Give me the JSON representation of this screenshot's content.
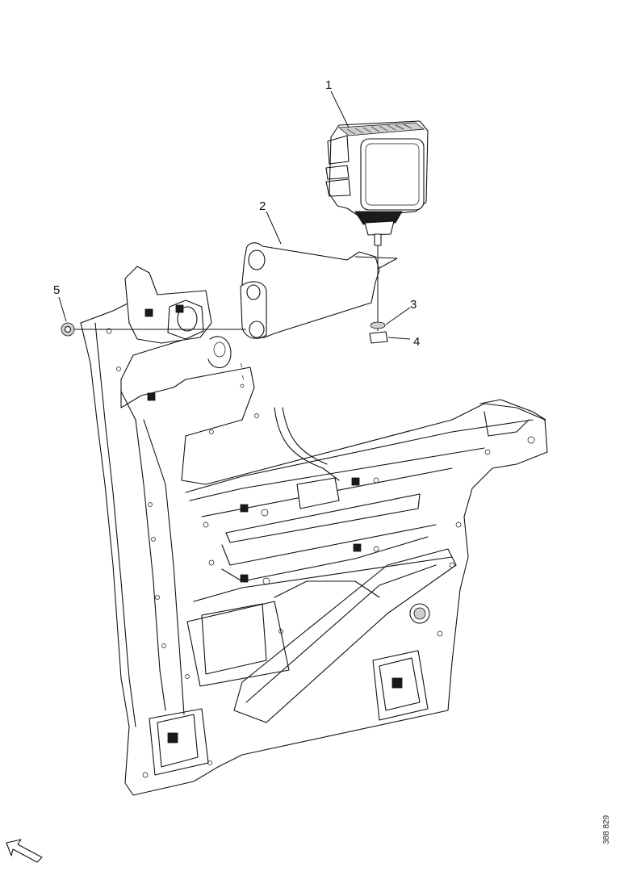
{
  "callouts": [
    {
      "id": "1",
      "label": "1"
    },
    {
      "id": "2",
      "label": "2"
    },
    {
      "id": "3",
      "label": "3"
    },
    {
      "id": "4",
      "label": "4"
    },
    {
      "id": "5",
      "label": "5"
    }
  ],
  "doc_number": "388 829",
  "icons": {
    "direction": "direction-arrow-icon"
  }
}
